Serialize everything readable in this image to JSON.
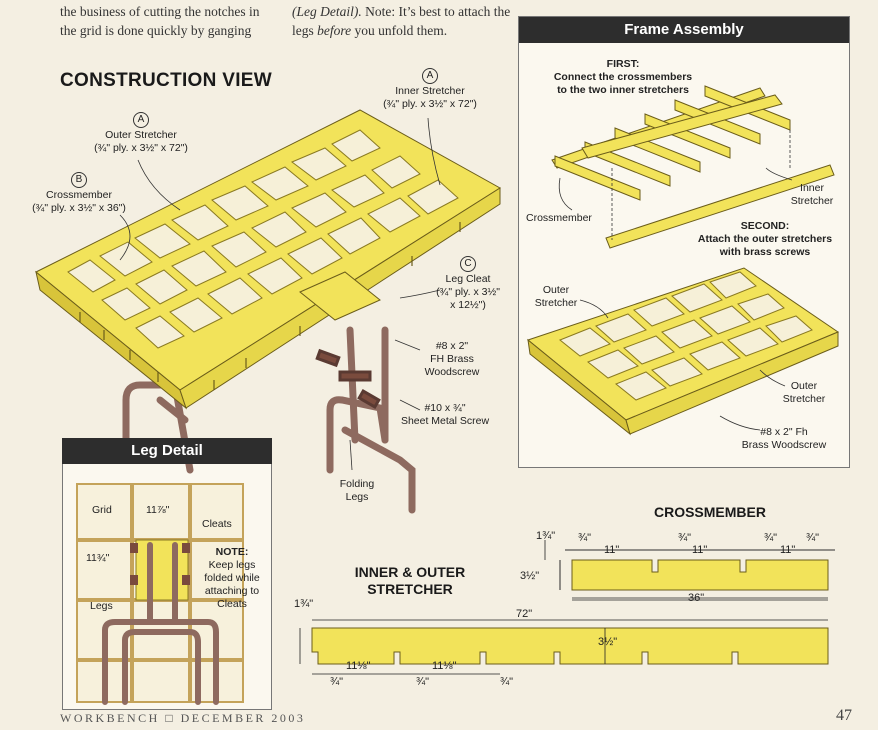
{
  "intro": {
    "left_lines": [
      "the business of cutting the notches in",
      "the grid is done quickly by ganging"
    ],
    "right_text_1": "(Leg Detail).",
    "right_text_2": "Note: It’s best to attach the",
    "right_text_3": "legs",
    "right_text_4": "before",
    "right_text_5": "you unfold them."
  },
  "construction": {
    "title": "CONSTRUCTION VIEW",
    "inner_stretcher": {
      "letter": "A",
      "name": "Inner Stretcher",
      "size": "(¾\" ply. x 3½\" x 72\")"
    },
    "outer_stretcher": {
      "letter": "A",
      "name": "Outer Stretcher",
      "size": "(¾\" ply. x 3½\" x 72\")"
    },
    "crossmember": {
      "letter": "B",
      "name": "Crossmember",
      "size": "(¾\" ply. x 3½\" x 36\")"
    },
    "leg_cleat": {
      "letter": "C",
      "name": "Leg Cleat",
      "size_1": "(¾\" ply. x 3½\"",
      "size_2": "x 12½\")"
    },
    "brass_screw": {
      "line1": "#8 x 2\"",
      "line2": "FH Brass",
      "line3": "Woodscrew"
    },
    "metal_screw": {
      "line1": "#10 x ¾\"",
      "line2": "Sheet Metal Screw"
    },
    "folding_legs": {
      "line1": "Folding",
      "line2": "Legs"
    }
  },
  "frame_assembly": {
    "title": "Frame Assembly",
    "first_title": "FIRST:",
    "first_line1": "Connect the crossmembers",
    "first_line2": "to the two inner stretchers",
    "inner_stretcher_1": "Inner",
    "inner_stretcher_2": "Stretcher",
    "crossmember": "Crossmember",
    "second_title": "SECOND:",
    "second_line1": "Attach the outer stretchers",
    "second_line2": "with brass screws",
    "outer_left_1": "Outer",
    "outer_left_2": "Stretcher",
    "outer_right_1": "Outer",
    "outer_right_2": "Stretcher",
    "screw_1": "#8 x 2\" Fh",
    "screw_2": "Brass Woodscrew"
  },
  "leg_detail": {
    "title": "Leg Detail",
    "grid": "Grid",
    "dim_top": "11⅞\"",
    "cleats": "Cleats",
    "dim_side": "11¾\"",
    "note_title": "NOTE:",
    "note_1": "Keep legs",
    "note_2": "folded while",
    "note_3": "attaching to",
    "note_4": "Cleats",
    "legs": "Legs"
  },
  "crossmember_drawing": {
    "title": "CROSSMEMBER",
    "d_13_4": "1¾\"",
    "d_34a": "¾\"",
    "d_34b": "¾\"",
    "d_34c": "¾\"",
    "d_34d": "¾\"",
    "d_11a": "11\"",
    "d_11b": "11\"",
    "d_11c": "11\"",
    "d_height": "3½\"",
    "d_length": "36\""
  },
  "stretcher_drawing": {
    "title_1": "INNER & OUTER",
    "title_2": "STRETCHER",
    "d_13_4": "1¾\"",
    "d_length": "72\"",
    "d_height": "3½\"",
    "d_11_1": "11⅛\"",
    "d_11_2": "11⅛\"",
    "d_34a": "¾\"",
    "d_34b": "¾\"",
    "d_34c": "¾\""
  },
  "footer": {
    "magazine": "WORKBENCH",
    "issue": "DECEMBER 2003",
    "page": "47"
  },
  "colors": {
    "wood": "#f2e35a",
    "wood_edge": "#8a7a22",
    "wood_side": "#d8c43a",
    "pipe": "#8e6a5f",
    "panel_head": "#2d2d2d"
  }
}
